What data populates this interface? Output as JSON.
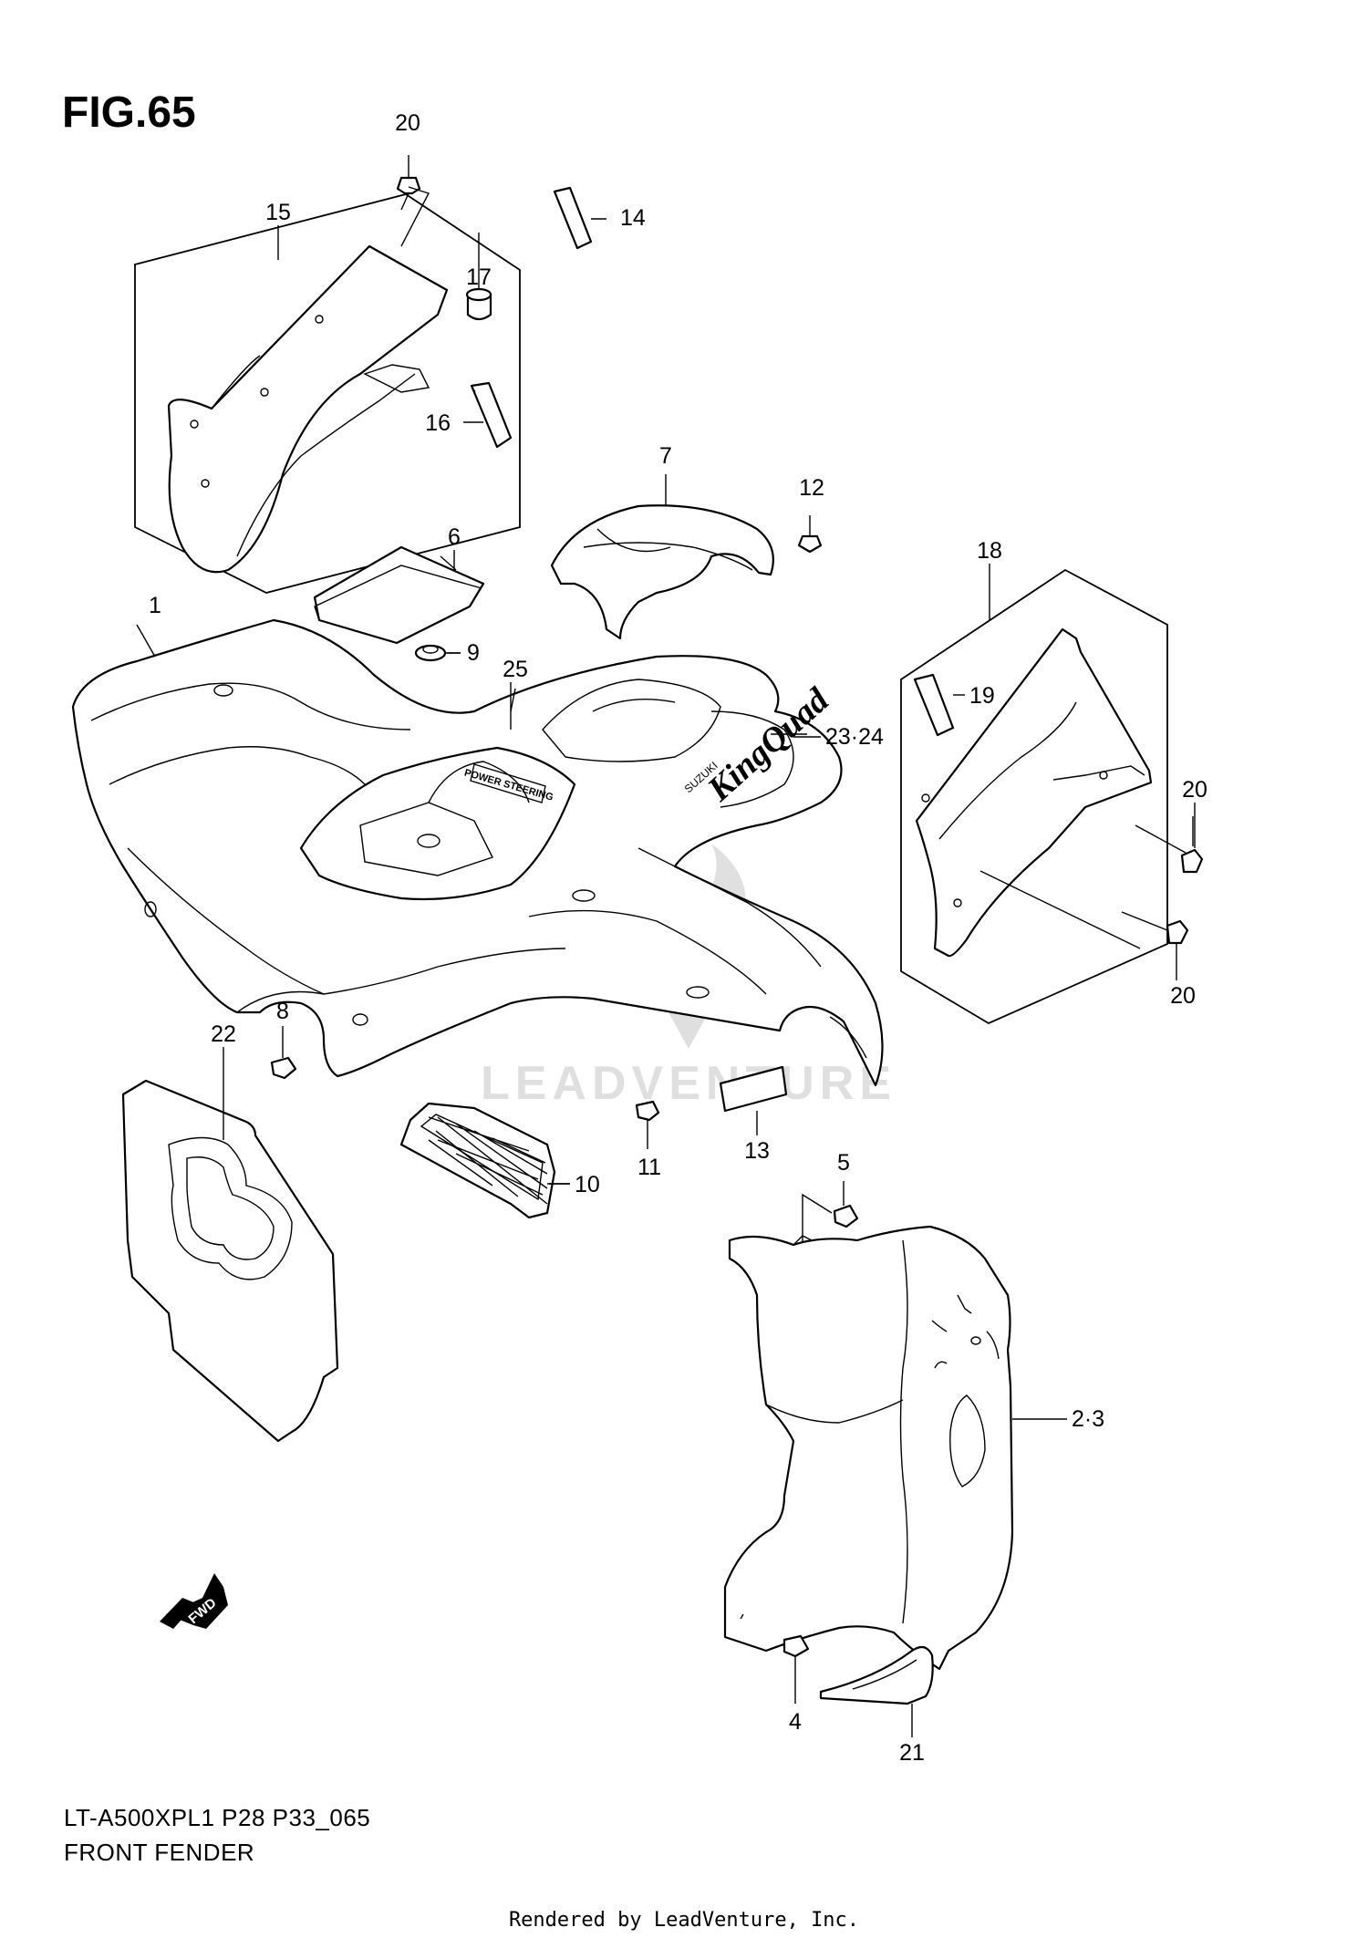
{
  "figure": "FIG.65",
  "model_code": "LT-A500XPL1 P28 P33_065",
  "section_name": "FRONT FENDER",
  "rendered_by": "Rendered by LeadVenture, Inc.",
  "watermark": "LEADVENTURE",
  "fwd_label": "FWD",
  "fender_decals": {
    "logo": "KingQuad",
    "maker": "SUZUKI",
    "sticker": "POWER STEERING"
  },
  "callouts": {
    "c1": "1",
    "c2_3": "2·3",
    "c4": "4",
    "c5": "5",
    "c6": "6",
    "c7": "7",
    "c8": "8",
    "c9": "9",
    "c10": "10",
    "c11": "11",
    "c12": "12",
    "c13": "13",
    "c14": "14",
    "c15": "15",
    "c16": "16",
    "c17": "17",
    "c18": "18",
    "c19": "19",
    "c20a": "20",
    "c20b": "20",
    "c20c": "20",
    "c21": "21",
    "c22": "22",
    "c23_24": "23·24",
    "c25": "25"
  }
}
